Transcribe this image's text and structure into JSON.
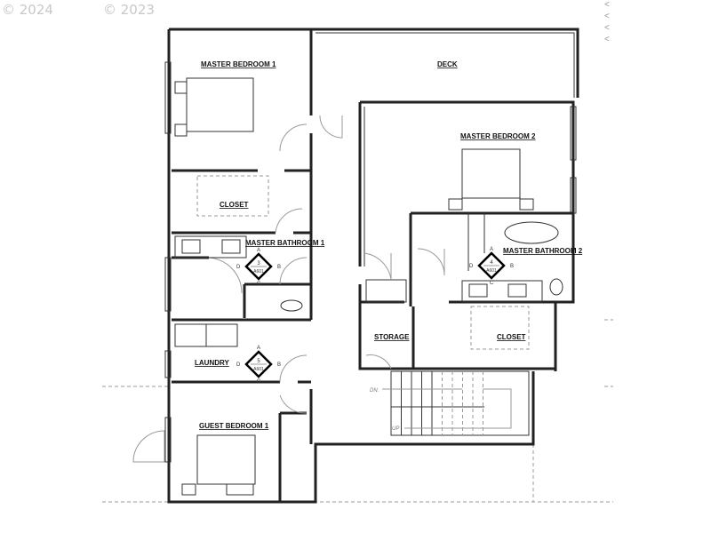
{
  "watermarks": [
    "© 2024",
    "© 2023"
  ],
  "rooms": {
    "master_bedroom_1": "MASTER BEDROOM 1",
    "deck": "DECK",
    "master_bedroom_2": "MASTER BEDROOM 2",
    "closet_1": "CLOSET",
    "master_bathroom_1": "MASTER BATHROOM 1",
    "master_bathroom_2": "MASTER BATHROOM 2",
    "laundry": "LAUNDRY",
    "storage": "STORAGE",
    "closet_2": "CLOSET",
    "guest_bedroom_1": "GUEST BEDROOM 1"
  },
  "stairs": {
    "down": "DN.",
    "up": "UP"
  },
  "section_tags": [
    {
      "number": "3",
      "sheet": "A601",
      "a": "A",
      "b": "B",
      "c": "C",
      "d": "D"
    },
    {
      "number": "5",
      "sheet": "A601",
      "a": "A",
      "b": "B",
      "c": "C",
      "d": "D"
    },
    {
      "number": "4",
      "sheet": "A601",
      "a": "A",
      "b": "B",
      "c": "C",
      "d": "D"
    }
  ],
  "side_marks": [
    "<",
    "<",
    "<",
    "<"
  ]
}
